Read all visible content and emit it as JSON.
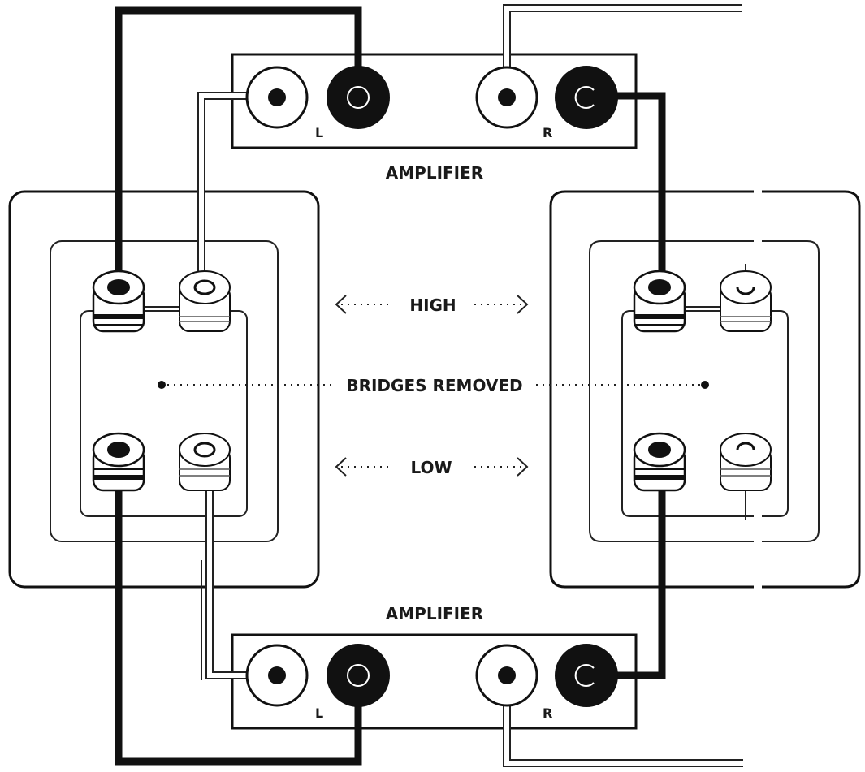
{
  "labels": {
    "amplifier_top": "AMPLIFIER",
    "amplifier_bottom": "AMPLIFIER",
    "high": "HIGH",
    "low": "LOW",
    "bridges": "BRIDGES REMOVED",
    "left_top": "L",
    "right_top": "R",
    "left_bottom": "L",
    "right_bottom": "R"
  },
  "colors": {
    "ink": "#111111",
    "paper": "#ffffff",
    "line": "#222222"
  }
}
